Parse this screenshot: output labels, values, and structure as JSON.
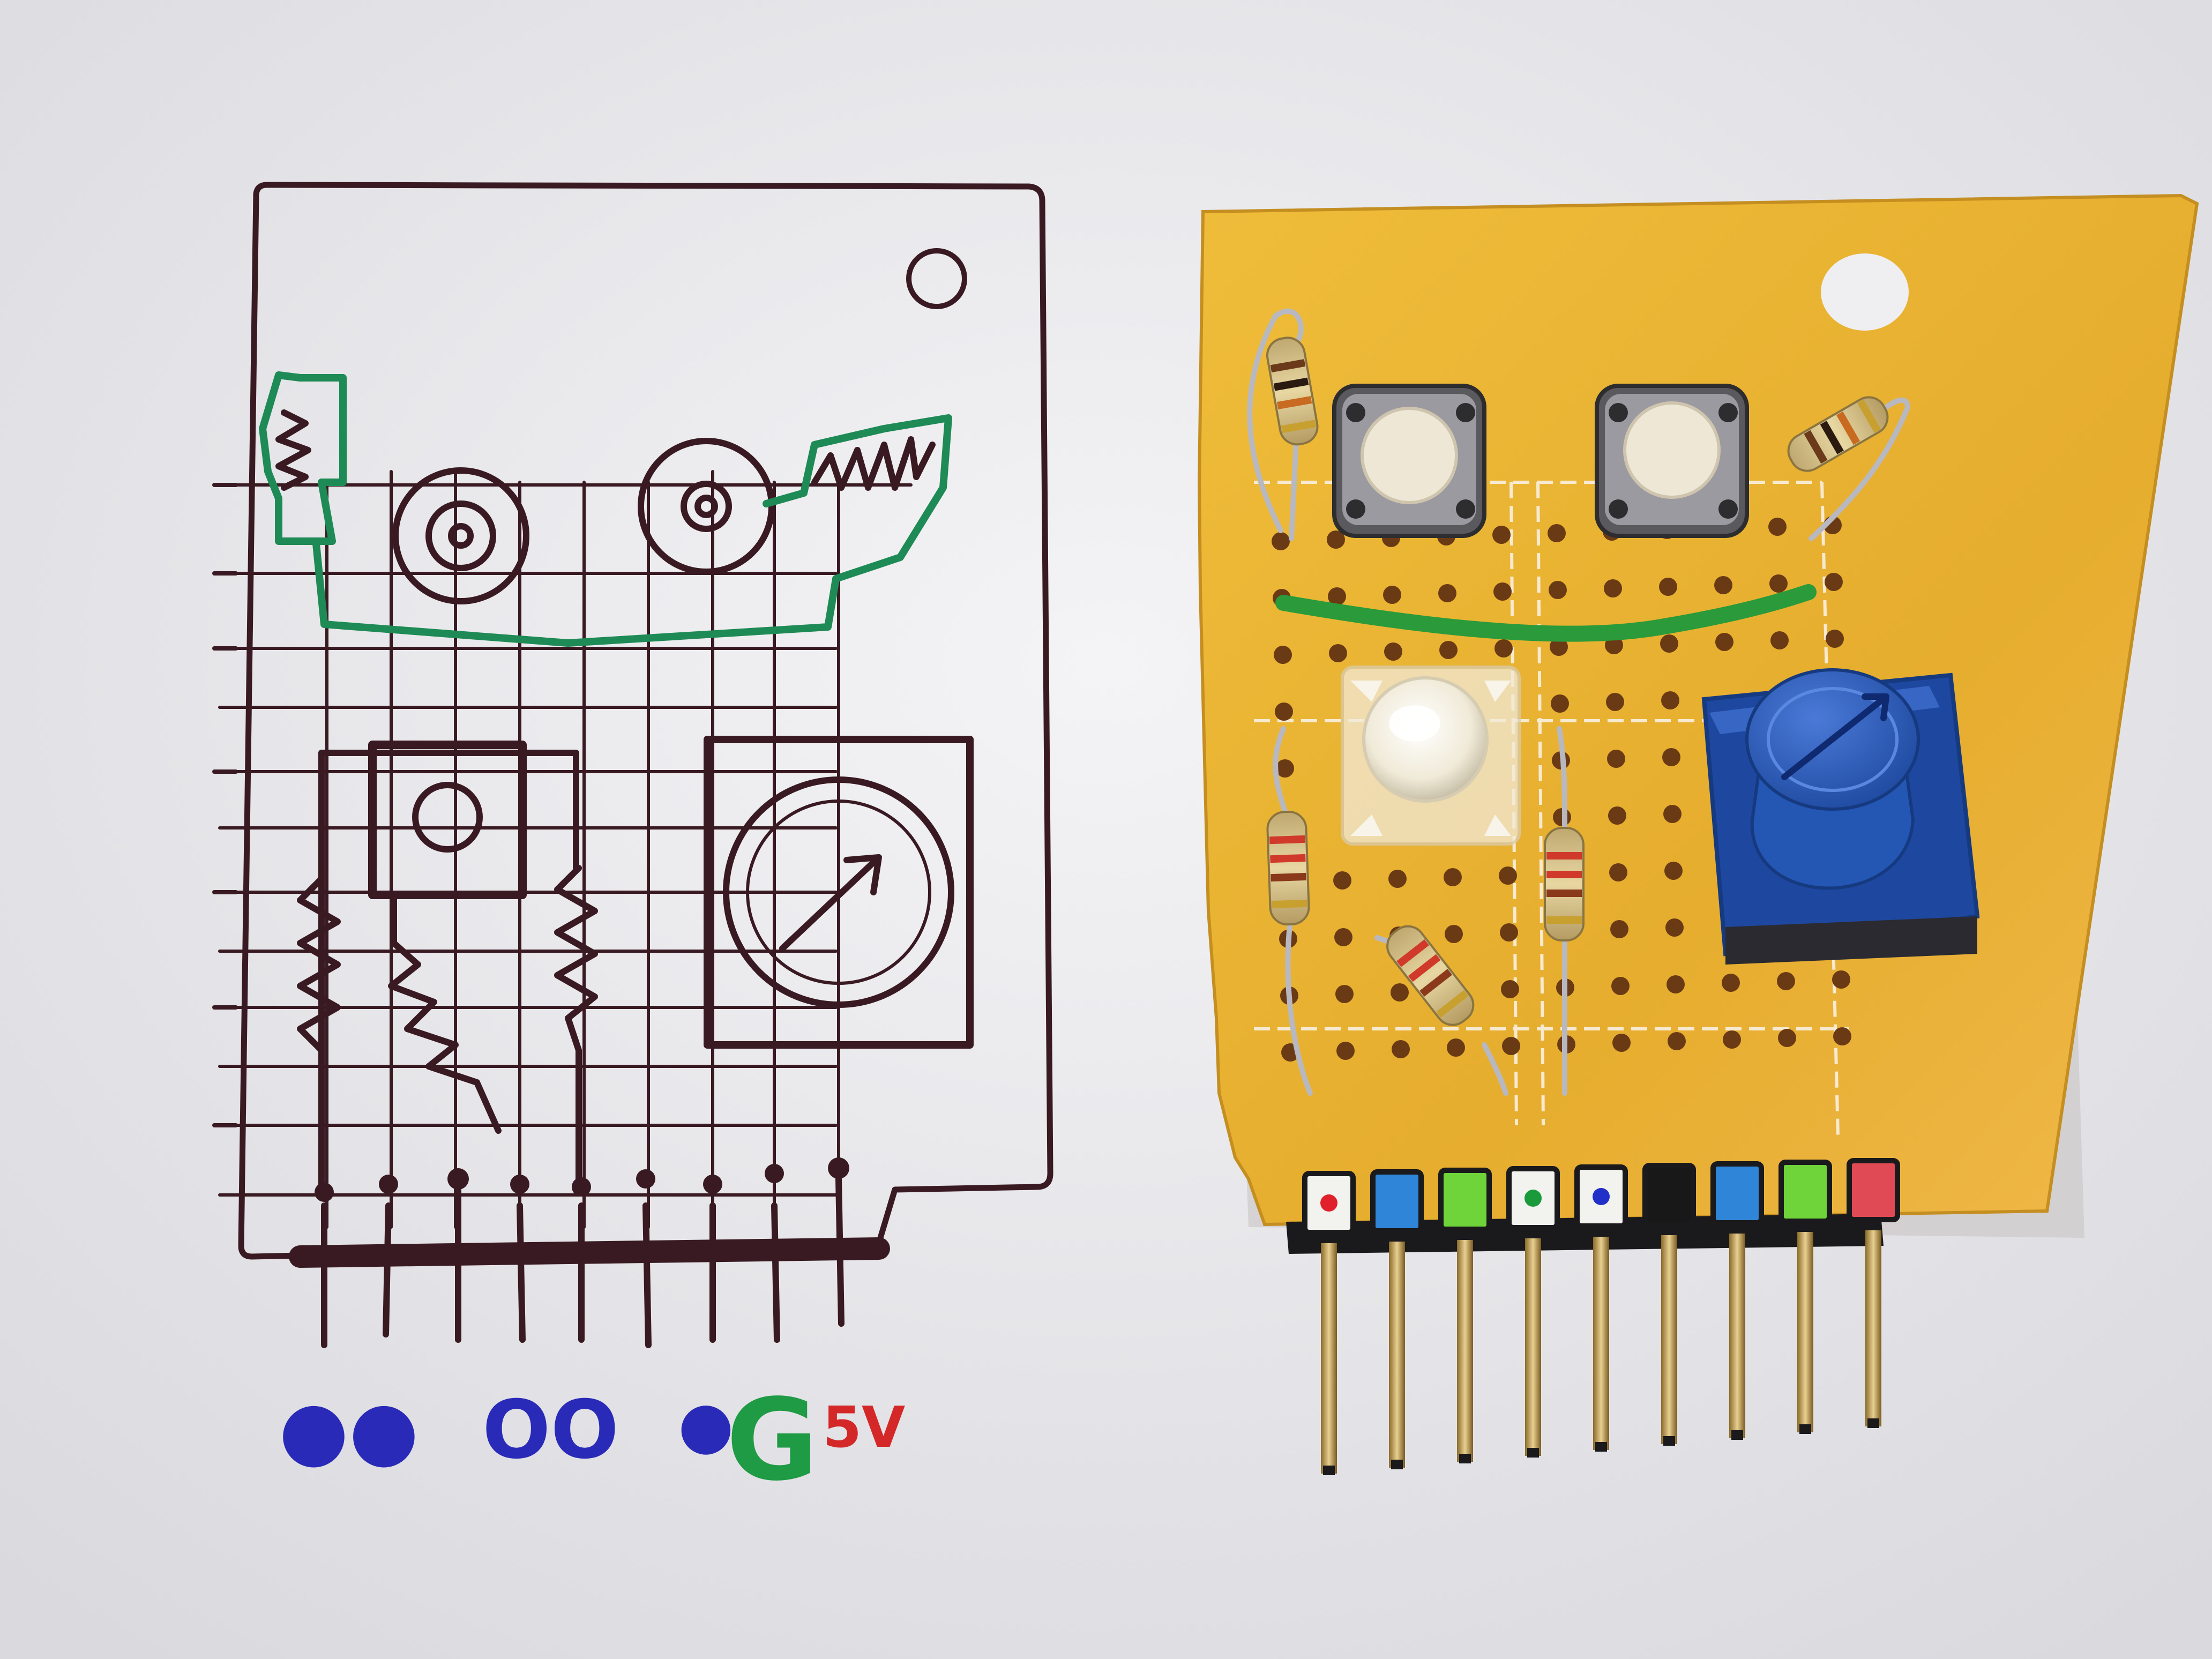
{
  "photo": {
    "paper_color": "#ececef",
    "ink_color": "#3a1a22",
    "green_trace_color": "#1e8a55",
    "board_color": "#e8b530",
    "pot_color": "#2a58b8"
  },
  "sketch": {
    "pin_labels": [
      {
        "id": "io1",
        "text": "●●",
        "color": "#2a2ab8"
      },
      {
        "id": "io2",
        "text": "OO",
        "color": "#2a2ab8"
      },
      {
        "id": "io3",
        "text": "●",
        "color": "#2a2ab8"
      },
      {
        "id": "gnd",
        "text": "G",
        "color": "#1f9a45"
      },
      {
        "id": "vcc",
        "text": "5V",
        "color": "#d42828"
      }
    ]
  },
  "board": {
    "header_pins": [
      {
        "cap": "white",
        "dot": "red"
      },
      {
        "cap": "blue",
        "dot": "none"
      },
      {
        "cap": "green",
        "dot": "none"
      },
      {
        "cap": "white",
        "dot": "green"
      },
      {
        "cap": "white",
        "dot": "blue"
      },
      {
        "cap": "black",
        "dot": "none"
      },
      {
        "cap": "blue",
        "dot": "none"
      },
      {
        "cap": "green",
        "dot": "none"
      },
      {
        "cap": "red",
        "dot": "none"
      }
    ],
    "cap_colors": {
      "white": "#f2f2ee",
      "blue": "#2f86d8",
      "green": "#6ed43a",
      "black": "#181818",
      "red": "#e04a55"
    },
    "dot_colors": {
      "red": "#e0202a",
      "green": "#1a9a3a",
      "blue": "#2030c8"
    }
  }
}
